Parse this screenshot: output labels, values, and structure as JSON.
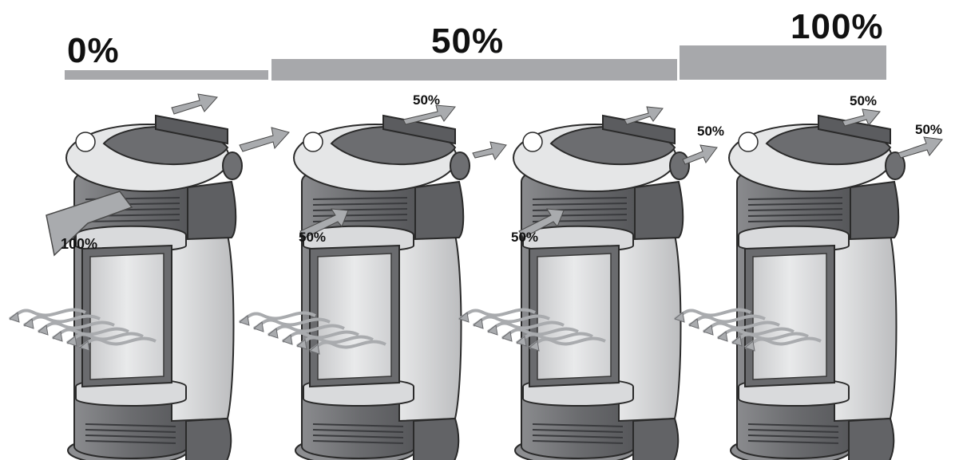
{
  "header": {
    "low": {
      "label": "0%"
    },
    "mid": {
      "label": "50%"
    },
    "high": {
      "label": "100%"
    }
  },
  "stoves": [
    {
      "front_label": "100%",
      "top_label": "",
      "side_label": ""
    },
    {
      "front_label": "50%",
      "top_label": "50%",
      "side_label": ""
    },
    {
      "front_label": "50%",
      "top_label": "",
      "side_label": "50%"
    },
    {
      "front_label": "",
      "top_label": "50%",
      "side_label": "50%"
    }
  ],
  "colors": {
    "bar": "#a7a8ab",
    "arrow": "#a9abae",
    "stove_dark": "#6e6f72",
    "stove_light": "#d9dadc"
  }
}
